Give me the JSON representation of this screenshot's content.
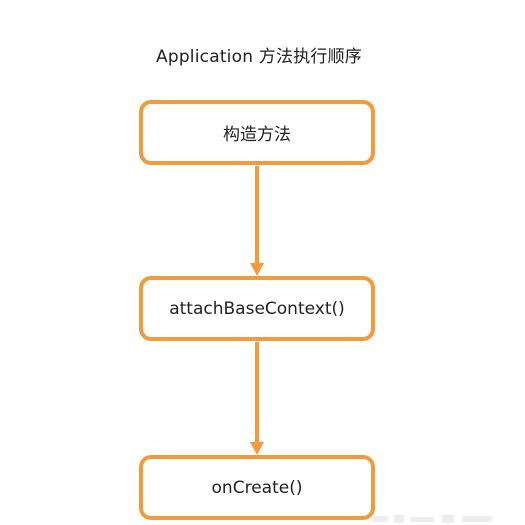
{
  "title": "Application 方法执行顺序",
  "nodes": [
    {
      "label": "构造方法"
    },
    {
      "label": "attachBaseContext()"
    },
    {
      "label": "onCreate()"
    }
  ],
  "colors": {
    "node_border": "#f59a3c",
    "arrow": "#f59a3c",
    "text": "#222222",
    "background": "#ffffff"
  }
}
